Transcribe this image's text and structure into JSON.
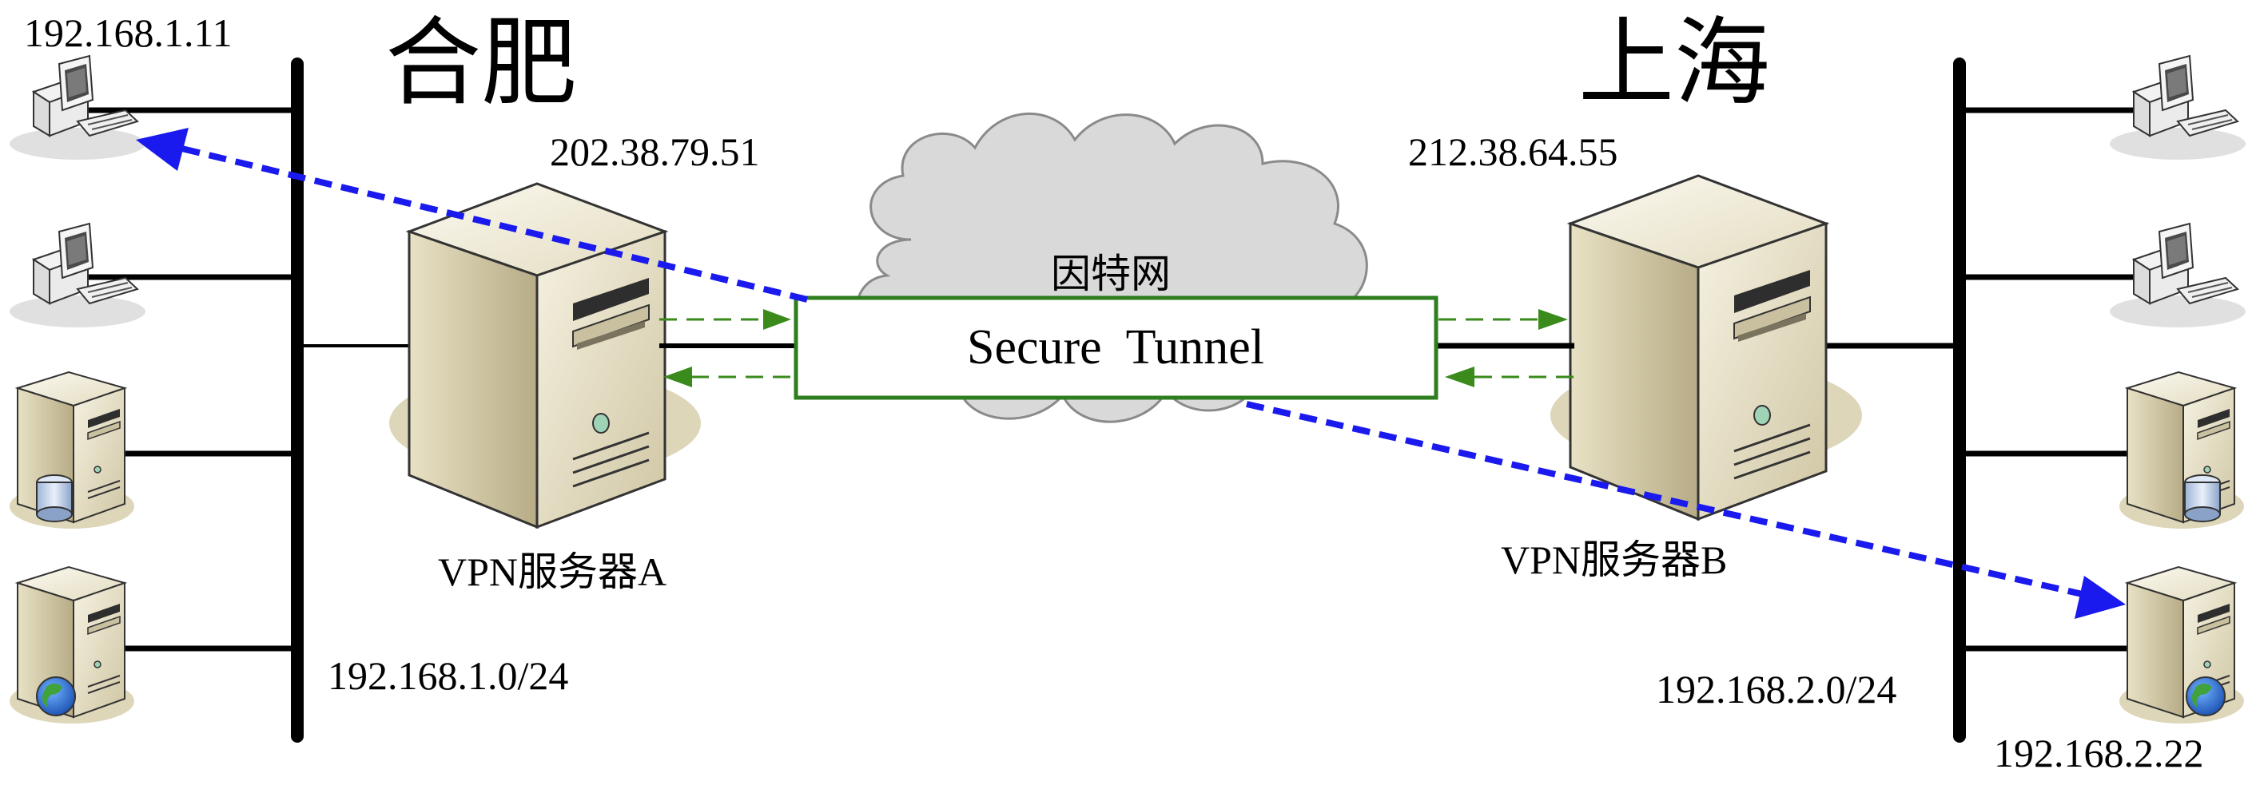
{
  "left_site": {
    "city": "合肥",
    "host_ip": "192.168.1.11",
    "public_ip": "202.38.79.51",
    "server_label": "VPN服务器A",
    "subnet": "192.168.1.0/24",
    "devices": [
      "desktop-computer",
      "desktop-computer",
      "database-server",
      "web-server"
    ]
  },
  "right_site": {
    "city": "上海",
    "host_ip": "192.168.2.22",
    "public_ip": "212.38.64.55",
    "server_label": "VPN服务器B",
    "subnet": "192.168.2.0/24",
    "devices": [
      "desktop-computer",
      "desktop-computer",
      "database-server",
      "web-server"
    ]
  },
  "internet": {
    "label": "因特网",
    "tunnel_label": "Secure  Tunnel"
  },
  "colors": {
    "tunnel_border": "#2e7d1f",
    "tunnel_arrow": "#3a8a1c",
    "path_arrow": "#1a1aee",
    "cloud_fill": "#d9d9d9",
    "server_body": "#e7e0c6"
  }
}
